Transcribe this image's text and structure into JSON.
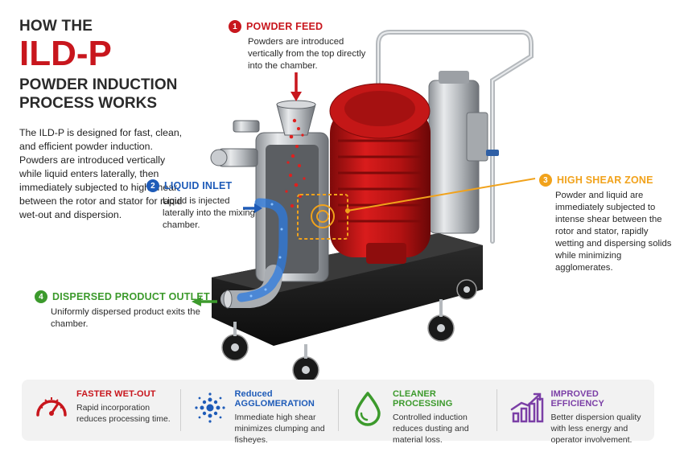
{
  "header": {
    "line1": "HOW THE",
    "line2": "ILD-P",
    "line3": "POWDER INDUCTION PROCESS WORKS"
  },
  "intro": "The ILD-P is designed for fast, clean, and efficient powder induction. Powders are introduced vertically while liquid enters laterally, then immediately subjected to high shear between the rotor and stator for rapid wet-out and dispersion.",
  "callouts": {
    "powder_feed": {
      "num": "1",
      "title": "POWDER FEED",
      "desc": "Powders are introduced vertically from the top directly into the chamber."
    },
    "liquid_inlet": {
      "num": "2",
      "title": "LIQUID INLET",
      "desc": "Liquid is injected laterally into the mixing chamber."
    },
    "high_shear": {
      "num": "3",
      "title": "HIGH SHEAR ZONE",
      "desc": "Powder and liquid are immediately subjected to intense shear between the rotor and stator, rapidly wetting and dispersing solids while minimizing agglomerates."
    },
    "outlet": {
      "num": "4",
      "title": "DISPERSED PRODUCT OUTLET",
      "desc": "Uniformly dispersed product exits the chamber."
    }
  },
  "benefits": [
    {
      "title": "FASTER WET-OUT",
      "desc": "Rapid incorporation reduces processing time.",
      "color": "#c8161d",
      "icon": "speedometer-icon"
    },
    {
      "title": "Reduced AGGLOMERATION",
      "desc": "Immediate high shear minimizes clumping and fisheyes.",
      "color": "#1e5bb8",
      "icon": "particles-icon"
    },
    {
      "title": "CLEANER PROCESSING",
      "desc": "Controlled induction reduces dusting and material loss.",
      "color": "#3c9a2c",
      "icon": "droplet-icon"
    },
    {
      "title": "IMPROVED EFFICIENCY",
      "desc": "Better dispersion quality with less energy and operator involvement.",
      "color": "#7b3fa6",
      "icon": "growth-chart-icon"
    }
  ],
  "colors": {
    "red": "#c8161d",
    "blue": "#1e5bb8",
    "orange": "#f1a21b",
    "green": "#3c9a2c",
    "purple": "#7b3fa6"
  }
}
